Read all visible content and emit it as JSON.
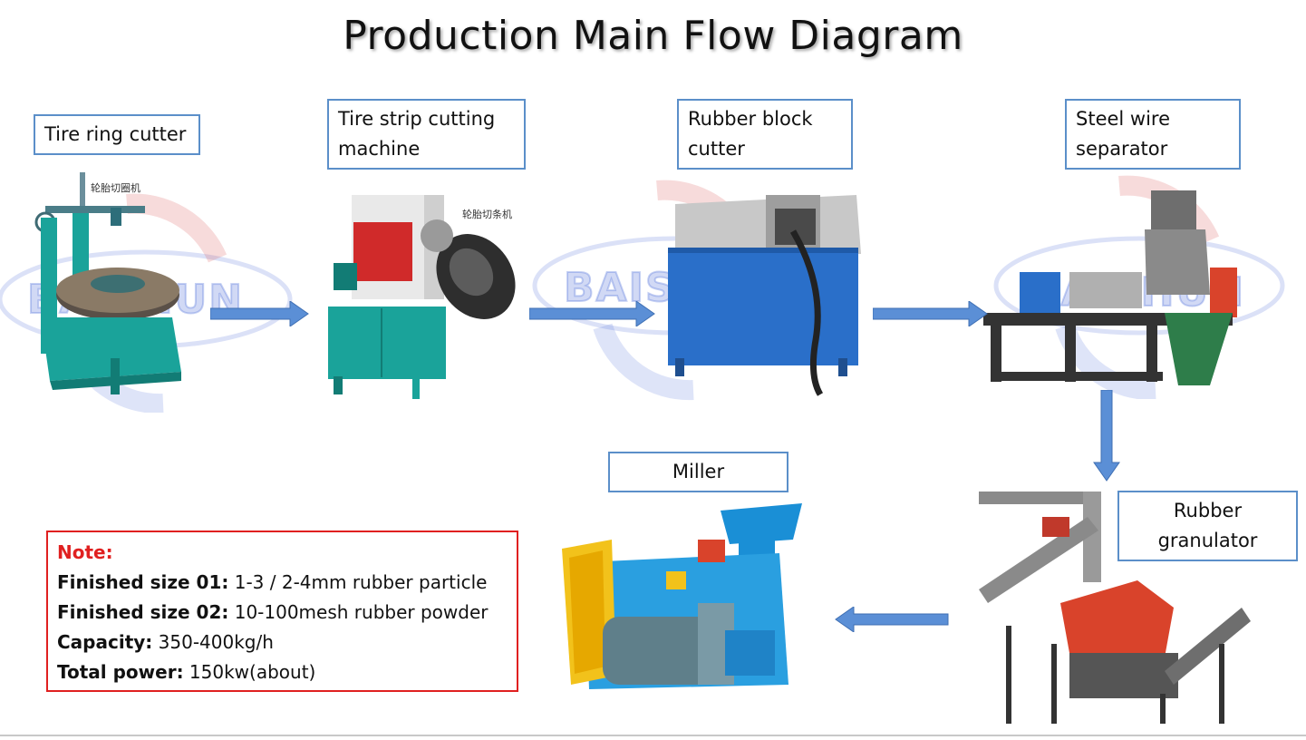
{
  "title": "Production Main Flow Diagram",
  "watermark": "BAISHUN",
  "steps": [
    {
      "label": "Tire ring cutter",
      "chinese_caption": "轮胎切圈机"
    },
    {
      "label": "Tire strip cutting machine",
      "chinese_caption": "轮胎切条机"
    },
    {
      "label": "Rubber block cutter"
    },
    {
      "label": "Steel wire separator"
    },
    {
      "label": "Rubber granulator"
    },
    {
      "label": "Miller"
    }
  ],
  "note": {
    "title": "Note:",
    "items": [
      {
        "key": "Finished size 01:",
        "value": "1-3 / 2-4mm rubber particle"
      },
      {
        "key": "Finished size 02:",
        "value": "10-100mesh rubber powder"
      },
      {
        "key": "Capacity:",
        "value": "350-400kg/h"
      },
      {
        "key": "Total power:",
        "value": "150kw(about)"
      }
    ]
  },
  "colors": {
    "label_border": "#5b8fc9",
    "arrow": "#5b8fd6",
    "note_border": "#e02020",
    "machine_teal": "#1aa39a",
    "machine_blue": "#2a6fc9",
    "machine_red": "#d9432b",
    "machine_yellow": "#f2c21b"
  }
}
